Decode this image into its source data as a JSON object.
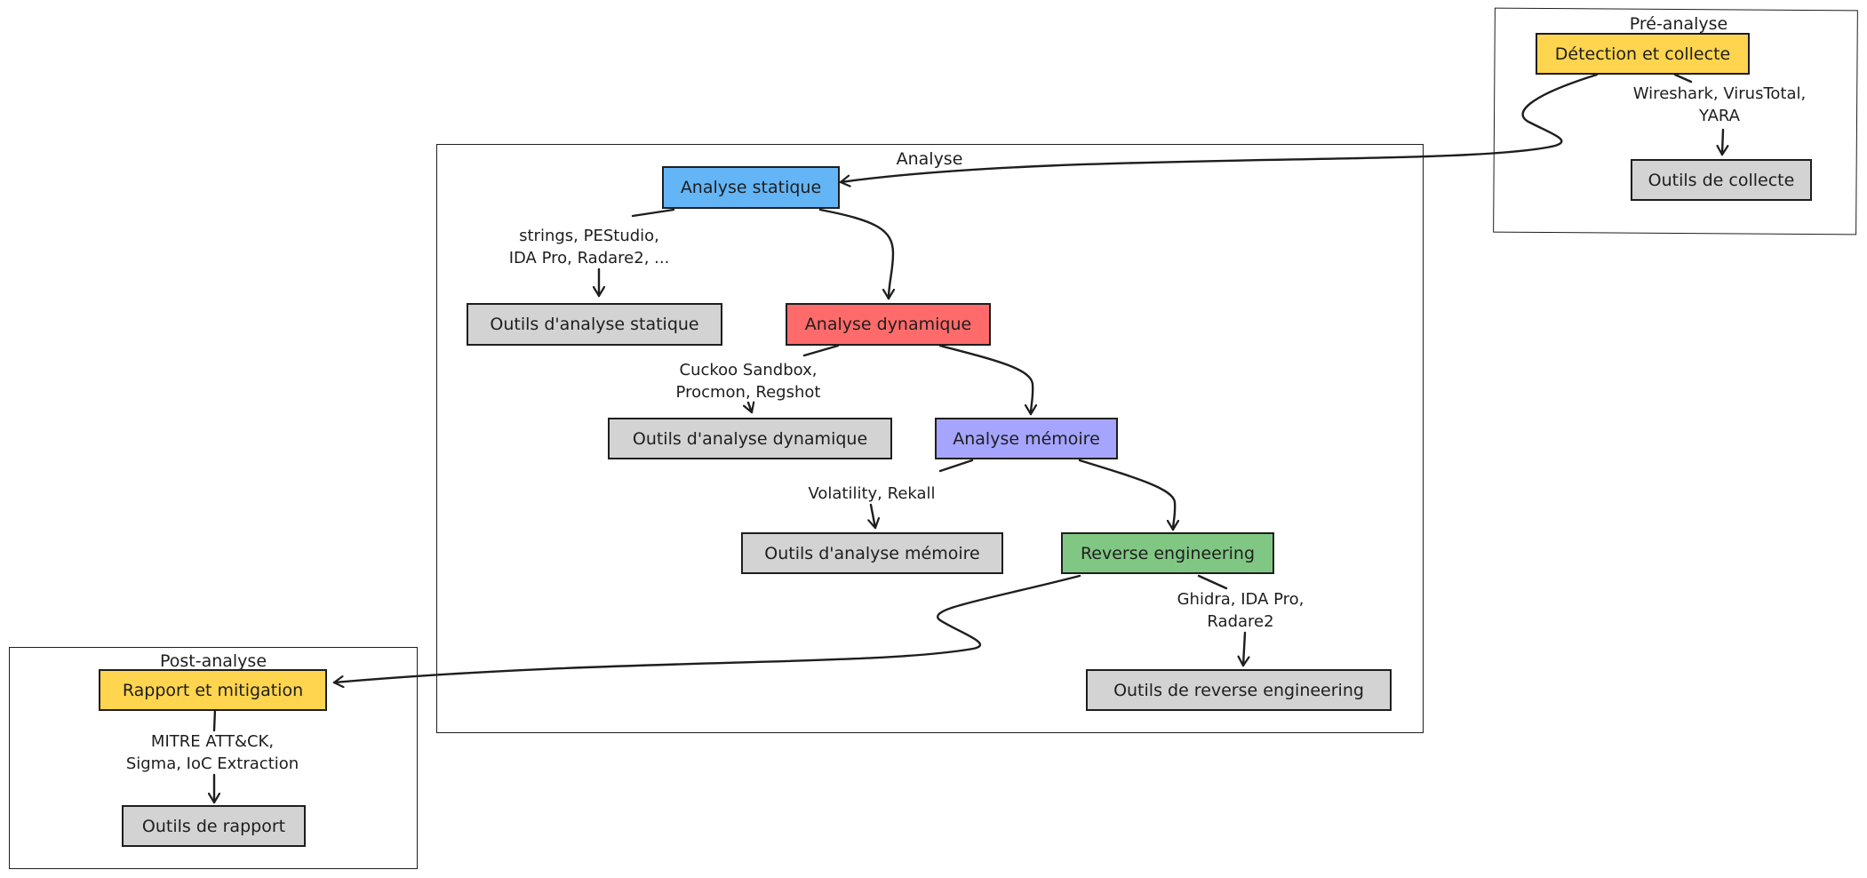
{
  "groups": {
    "pre": {
      "label": "Pré-analyse"
    },
    "main": {
      "label": "Analyse"
    },
    "post": {
      "label": "Post-analyse"
    }
  },
  "nodes": {
    "detection": {
      "label": "Détection et collecte",
      "color": "#ffd54f"
    },
    "collect_tools": {
      "label": "Outils de collecte",
      "color": "#d3d3d3"
    },
    "static": {
      "label": "Analyse statique",
      "color": "#64b5f6"
    },
    "static_tools": {
      "label": "Outils d'analyse statique",
      "color": "#d3d3d3"
    },
    "dynamic": {
      "label": "Analyse dynamique",
      "color": "#ff6b6b"
    },
    "dynamic_tools": {
      "label": "Outils d'analyse dynamique",
      "color": "#d3d3d3"
    },
    "memory": {
      "label": "Analyse mémoire",
      "color": "#a5a5ff"
    },
    "memory_tools": {
      "label": "Outils d'analyse mémoire",
      "color": "#d3d3d3"
    },
    "reverse": {
      "label": "Reverse engineering",
      "color": "#81c784"
    },
    "reverse_tools": {
      "label": "Outils de reverse engineering",
      "color": "#d3d3d3"
    },
    "report": {
      "label": "Rapport et mitigation",
      "color": "#ffd54f"
    },
    "report_tools": {
      "label": "Outils de rapport",
      "color": "#d3d3d3"
    }
  },
  "edge_labels": {
    "collect": [
      "Wireshark, VirusTotal,",
      "YARA"
    ],
    "static": [
      "strings, PEStudio,",
      "IDA Pro, Radare2,  ..."
    ],
    "dynamic": [
      "Cuckoo Sandbox,",
      "Procmon, Regshot"
    ],
    "memory": [
      "Volatility, Rekall"
    ],
    "reverse": [
      "Ghidra, IDA Pro,",
      "Radare2"
    ],
    "report": [
      "MITRE ATT&CK,",
      "Sigma, IoC Extraction"
    ]
  }
}
